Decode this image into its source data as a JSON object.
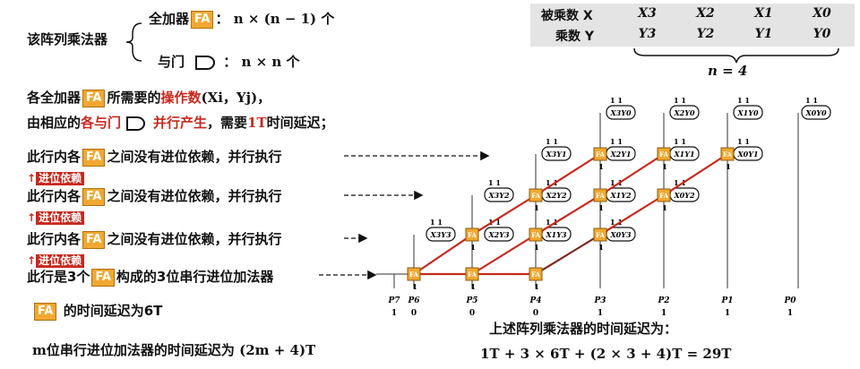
{
  "top_left": {
    "title": "该阵列乘法器",
    "full_adder_label": "全加器",
    "fa": "FA",
    "full_adder_count": "： n × (n − 1) 个",
    "and_gate_label": "与门",
    "and_gate_count": "： n × n 个"
  },
  "operand_table": {
    "multiplicand_label": "被乘数 X",
    "multiplier_label": "乘数 Y",
    "x_bits": [
      "X3",
      "X2",
      "X1",
      "X0"
    ],
    "y_bits": [
      "Y3",
      "Y2",
      "Y1",
      "Y0"
    ],
    "n_label": "n = 4"
  },
  "explanation": {
    "line1_a": "各全加器",
    "line1_b": "所需要的",
    "line1_c": "操作数",
    "line1_d": "(Xi，Yj)，",
    "line2_a": "由相应的",
    "line2_b": "各与门",
    "line2_c": "并行产生",
    "line2_d": "，需要",
    "line2_e": "1T",
    "line2_f": "时间延迟；"
  },
  "rows": [
    {
      "text_a": "此行内各",
      "text_b": "之间没有进位依赖，并行执行"
    },
    {
      "text_a": "此行内各",
      "text_b": "之间没有进位依赖，并行执行"
    },
    {
      "text_a": "此行内各",
      "text_b": "之间没有进位依赖，并行执行"
    }
  ],
  "carry_tag": "进位依赖",
  "last_row": {
    "text_a": "此行是3个",
    "text_b": "构成的3位串行进位加法器"
  },
  "fa_delay": "的时间延迟为6T",
  "serial_delay": "m位串行进位加法器的时间延迟为 (2m + 4)T",
  "result": {
    "label": "上述阵列乘法器的时间延迟为：",
    "formula": "1T + 3 × 6T + (2 × 3 + 4)T = 29T"
  },
  "products": {
    "names": [
      "P7",
      "P6",
      "P5",
      "P4",
      "P3",
      "P2",
      "P1",
      "P0"
    ],
    "values": [
      "1",
      "0",
      "0",
      "0",
      "1",
      "1",
      "1",
      "1"
    ]
  },
  "gates": {
    "row0": [
      "X3Y0",
      "X2Y0",
      "X1Y0",
      "X0Y0"
    ],
    "row1": [
      "X3Y1",
      "X2Y1",
      "X1Y1",
      "X0Y1"
    ],
    "row2": [
      "X3Y2",
      "X2Y2",
      "X1Y2",
      "X0Y2"
    ],
    "row3": [
      "X3Y3",
      "X2Y3",
      "X1Y3",
      "X0Y3"
    ]
  },
  "colors": {
    "fa_fill": "#f0a830",
    "accent_red": "#c8281e"
  }
}
